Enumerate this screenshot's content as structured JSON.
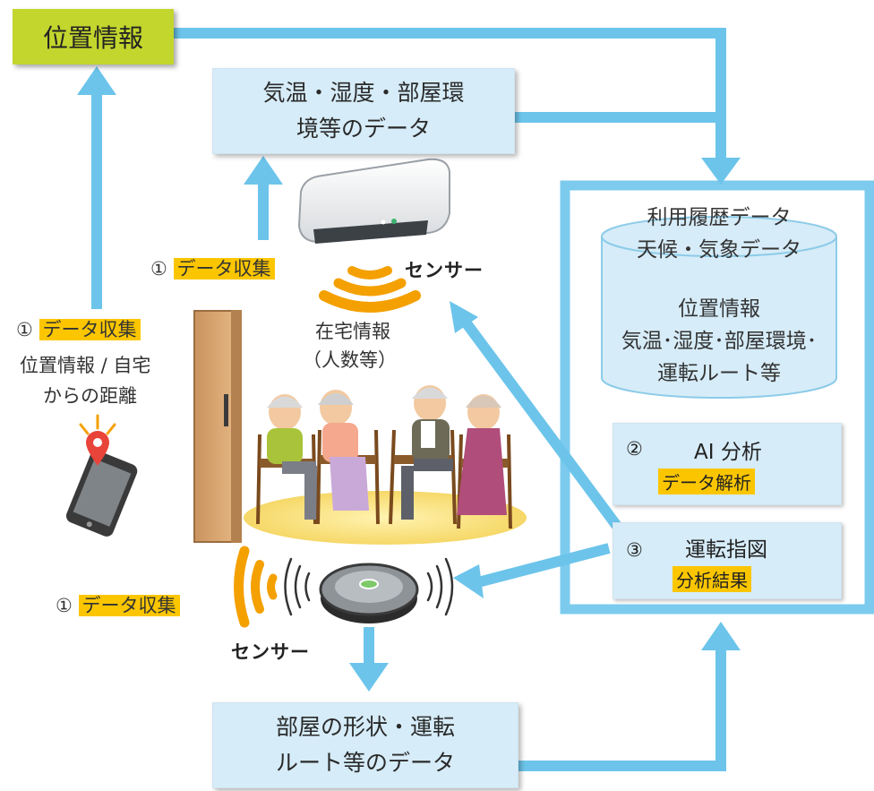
{
  "location_top": "位置情報",
  "env_box": {
    "line1": "気温・湿度・部屋環",
    "line2": "境等のデータ"
  },
  "room_box": {
    "line1": "部屋の形状・運転",
    "line2": "ルート等のデータ"
  },
  "database": {
    "line1": "利用履歴データ",
    "line2": "天候・気象データ",
    "line3": "位置情報",
    "line4": "気温･湿度･部屋環境･",
    "line5": "運転ルート等"
  },
  "ai_box": {
    "num": "②",
    "title": "AI 分析",
    "tag": "データ解析"
  },
  "drive_box": {
    "num": "③",
    "title": "運転指図",
    "tag": "分析結果"
  },
  "collect_ac": {
    "num": "①",
    "tag": "データ収集"
  },
  "collect_phone": {
    "num": "①",
    "tag": "データ収集",
    "line1": "位置情報 / 自宅",
    "line2": "からの距離"
  },
  "collect_robot": {
    "num": "①",
    "tag": "データ収集"
  },
  "sensor_ac": "センサー",
  "sensor_robot": "センサー",
  "presence": {
    "line1": "在宅情報",
    "line2": "（人数等）"
  },
  "colors": {
    "arrow": "#6cc4ea",
    "box": "#d6ecf8",
    "highlight": "#fbc600",
    "location": "#c3d62d",
    "sensor_wave": "#f4a000"
  }
}
